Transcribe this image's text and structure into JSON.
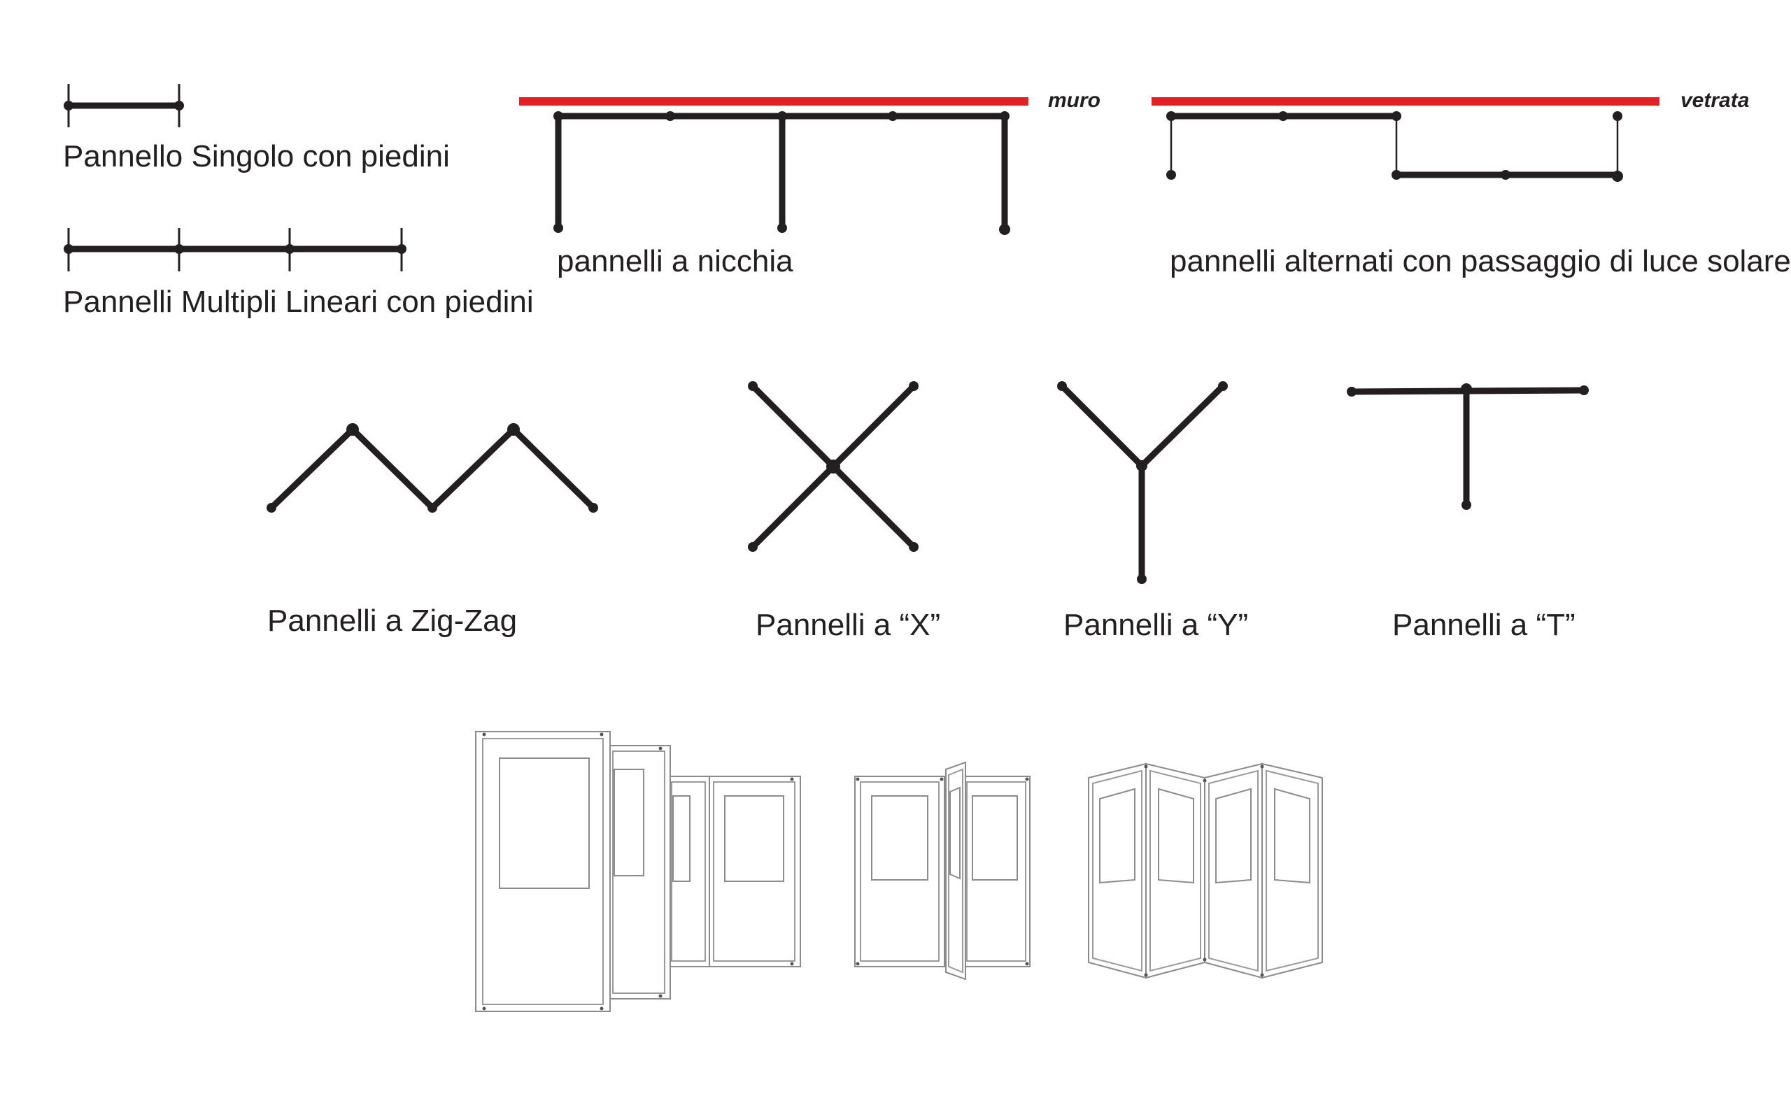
{
  "labels": {
    "single_panel": "Pannello Singolo con piedini",
    "multi_linear": "Pannelli Multipli Lineari con piedini",
    "niche": "pannelli a nicchia",
    "alternating": "pannelli alternati con passaggio di luce solare",
    "zigzag": "Pannelli a Zig-Zag",
    "x_shape": "Pannelli a “X”",
    "y_shape": "Pannelli a “Y”",
    "t_shape": "Pannelli a “T”"
  },
  "tags": {
    "wall": "muro",
    "glass": "vetrata"
  },
  "colors": {
    "panel": "#231f20",
    "wall_line": "#e2202a",
    "drawing_line": "#8a8a8a"
  }
}
